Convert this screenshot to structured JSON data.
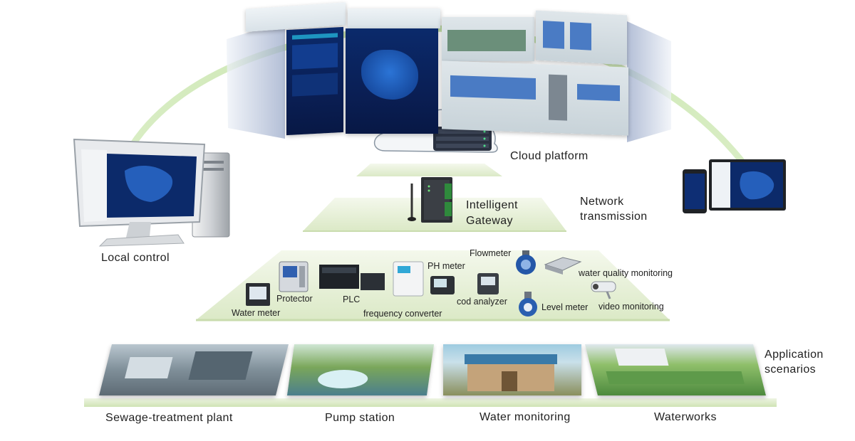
{
  "layers": {
    "cloud_platform": "Cloud platform",
    "gateway_line1": "Intelligent",
    "gateway_line2": "Gateway",
    "network_line1": "Network",
    "network_line2": "transmission",
    "local_control": "Local control",
    "application_line1": "Application",
    "application_line2": "scenarios"
  },
  "devices": {
    "flowmeter": "Flowmeter",
    "ph_meter": "PH meter",
    "protector": "Protector",
    "plc": "PLC",
    "water_meter": "Water meter",
    "frequency_converter": "frequency converter",
    "cod_analyzer": "cod analyzer",
    "level_meter": "Level meter",
    "water_quality": "water quality monitoring",
    "video_monitoring": "video monitoring"
  },
  "scenarios": [
    "Sewage-treatment plant",
    "Pump station",
    "Water monitoring",
    "Waterworks"
  ],
  "colors": {
    "platform_green": "#e9f2d8",
    "arc_green": "#cfe6b5",
    "dashboard_blue": "#0b2a6b",
    "accent_cyan": "#27c3e6"
  }
}
